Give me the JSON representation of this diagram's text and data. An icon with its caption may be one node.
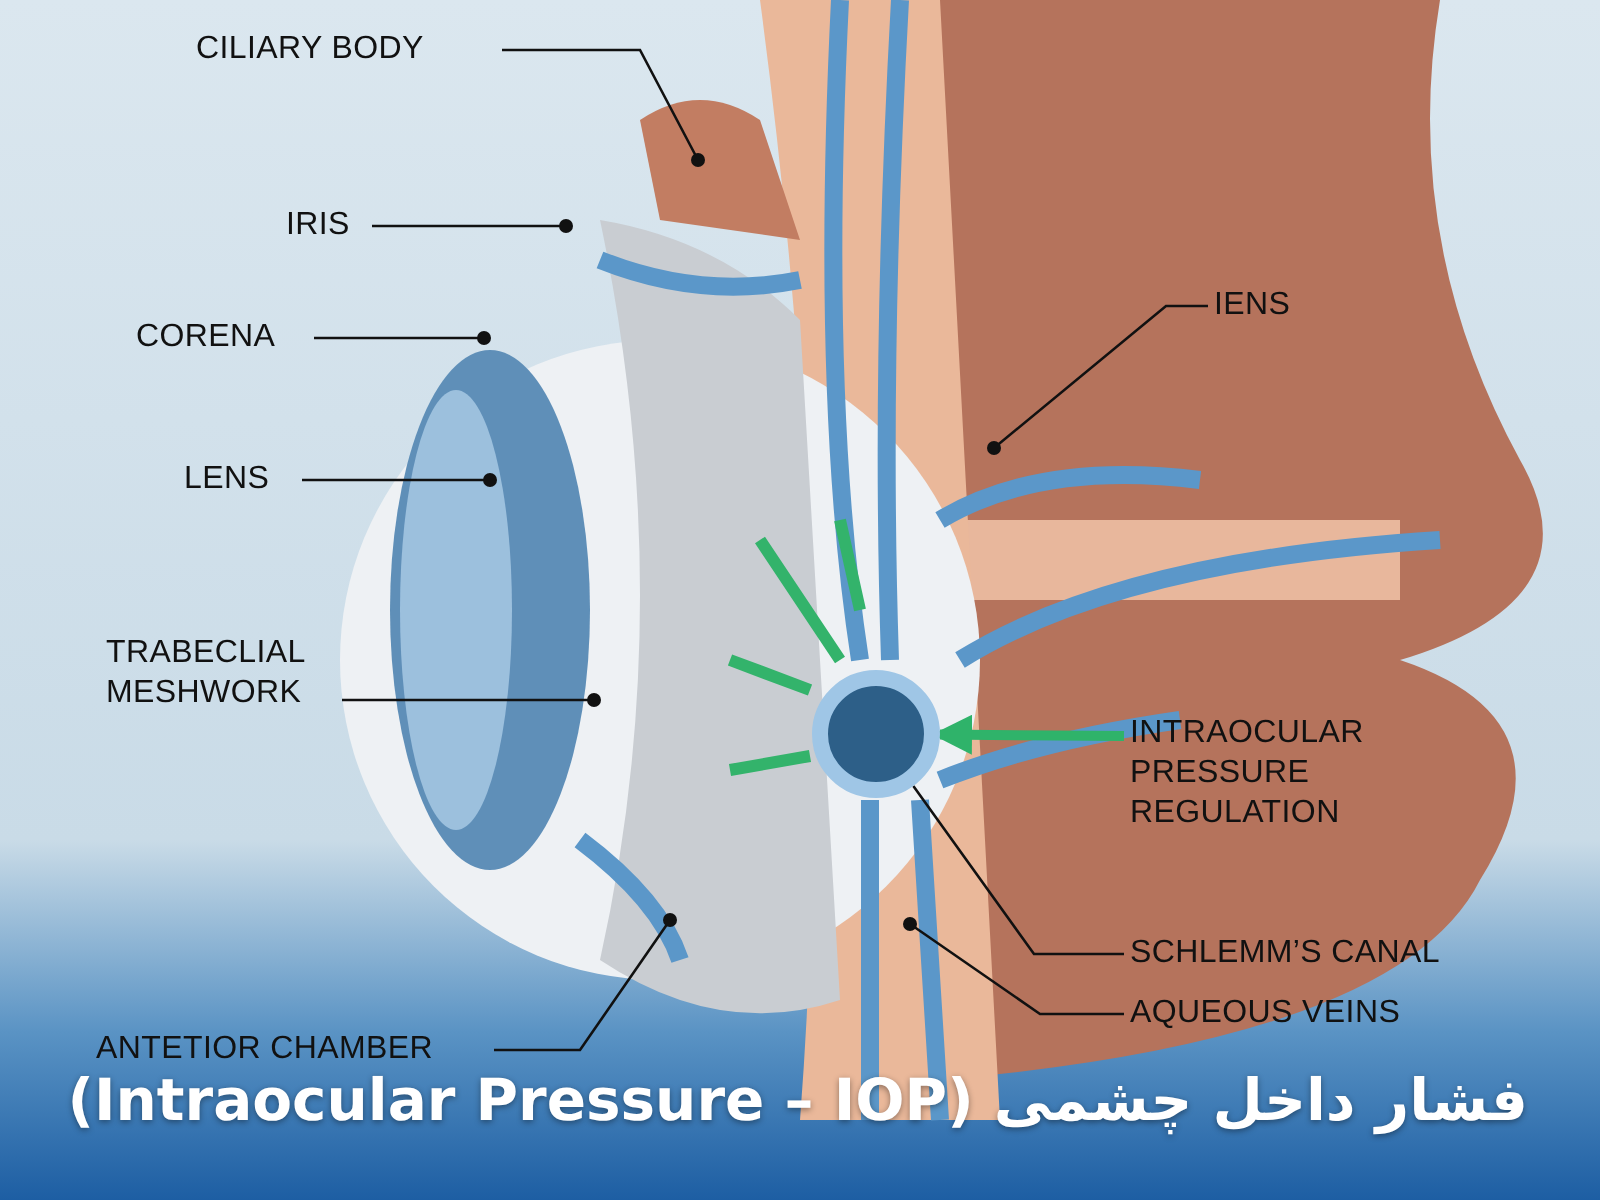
{
  "diagram": {
    "title": "فشار داخل چشمی (Intraocular Pressure – IOP)",
    "nodes": [
      {
        "text": [
          "CILIARY BODY"
        ]
      },
      {
        "text": [
          "IRIS"
        ]
      },
      {
        "text": [
          "CORENA"
        ]
      },
      {
        "text": [
          "LENS"
        ]
      },
      {
        "text": [
          "TRABECLIAL MESHWORK"
        ]
      },
      {
        "text": [
          "ANTETIOR CHAMBER"
        ]
      },
      {
        "text": [
          "IENS"
        ]
      },
      {
        "text": [
          "INTRAOCULAR PRESSURE REGULATION"
        ]
      },
      {
        "text": [
          "SCHLEMM’S CANAL"
        ]
      },
      {
        "text": [
          "AQUEOUS VEINS"
        ]
      },
      {
        "text": [],
        "shape": "circle"
      }
    ],
    "edges": [
      {
        "from": 0,
        "to": null,
        "arrow": "other"
      },
      {
        "from": 1,
        "to": null,
        "arrow": "other"
      },
      {
        "from": 2,
        "to": null,
        "arrow": "other"
      },
      {
        "from": 3,
        "to": null,
        "arrow": "other"
      },
      {
        "from": 4,
        "to": null,
        "arrow": "other"
      },
      {
        "from": 5,
        "to": null,
        "arrow": "other"
      },
      {
        "from": 6,
        "to": null,
        "arrow": "other"
      },
      {
        "from": 7,
        "to": 10,
        "arrow": "to",
        "color": "#2fb36a",
        "style": "thick"
      },
      {
        "from": 8,
        "to": 10,
        "arrow": "none"
      },
      {
        "from": 9,
        "to": null,
        "arrow": "other"
      }
    ]
  }
}
